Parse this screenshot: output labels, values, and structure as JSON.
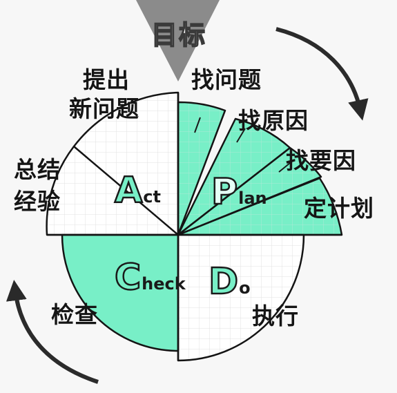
{
  "colors": {
    "mint": "#78efc7",
    "grid": "#e1e1e1",
    "outline": "#141414",
    "background": "#f7f7f7"
  },
  "goal_label": "目标",
  "labels": {
    "plan_steps": [
      "找问题",
      "找原因",
      "找要因",
      "定计划"
    ],
    "act_line1": "提出",
    "act_line2": "新问题",
    "summary_line1": "总结",
    "summary_line2": "经验",
    "check": "检查",
    "do": "执行"
  },
  "phases": {
    "act": {
      "initial": "A",
      "rest": "ct"
    },
    "plan": {
      "initial": "P",
      "rest": "lan"
    },
    "check": {
      "initial": "C",
      "rest": "heck"
    },
    "do": {
      "initial": "D",
      "rest": "o"
    }
  }
}
